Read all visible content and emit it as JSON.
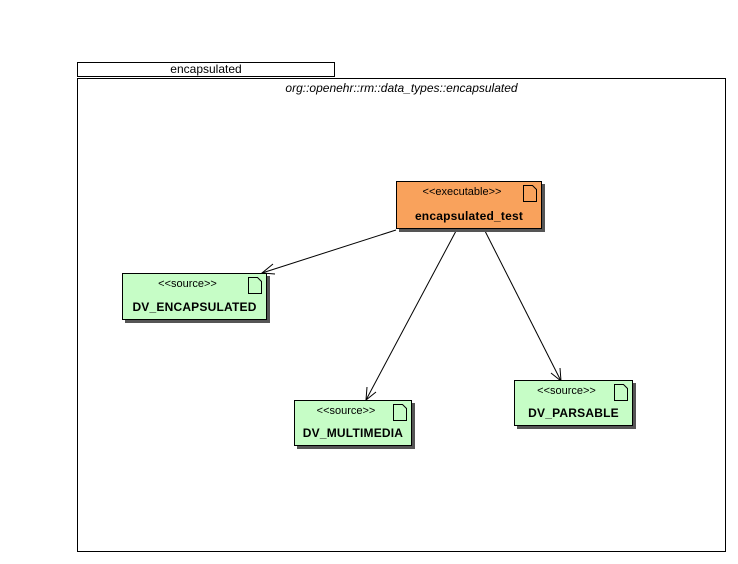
{
  "package": {
    "tab_label": "encapsulated",
    "path": "org::openehr::rm::data_types::encapsulated"
  },
  "nodes": {
    "encapsulated_test": {
      "stereotype": "<<executable>>",
      "name": "encapsulated_test",
      "icon": "document-icon",
      "color": "#f9a25c"
    },
    "dv_encapsulated": {
      "stereotype": "<<source>>",
      "name": "DV_ENCAPSULATED",
      "icon": "document-icon",
      "color": "#c6fdc6"
    },
    "dv_multimedia": {
      "stereotype": "<<source>>",
      "name": "DV_MULTIMEDIA",
      "icon": "document-icon",
      "color": "#c6fdc6"
    },
    "dv_parsable": {
      "stereotype": "<<source>>",
      "name": "DV_PARSABLE",
      "icon": "document-icon",
      "color": "#c6fdc6"
    }
  },
  "edges": [
    {
      "from": "encapsulated_test",
      "to": "dv_encapsulated",
      "type": "dependency"
    },
    {
      "from": "encapsulated_test",
      "to": "dv_multimedia",
      "type": "dependency"
    },
    {
      "from": "encapsulated_test",
      "to": "dv_parsable",
      "type": "dependency"
    }
  ]
}
